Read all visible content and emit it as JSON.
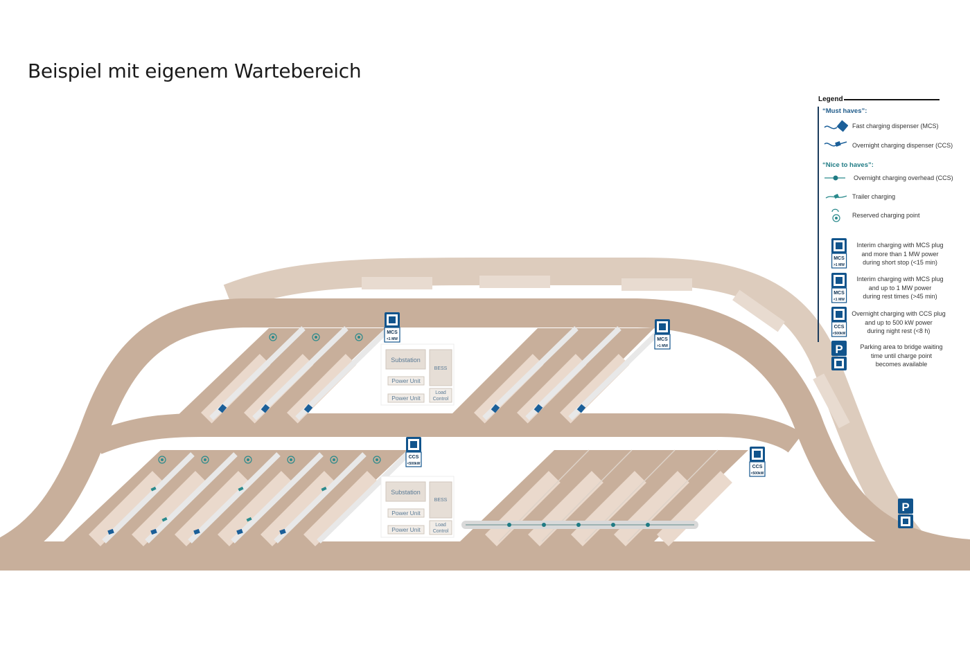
{
  "title": "Beispiel mit eigenem Wartebereich",
  "legend": {
    "title": "Legend",
    "must_haves_heading": "“Must haves”:",
    "nice_to_haves_heading": "“Nice to haves”:",
    "items": {
      "mcs_dispenser": "Fast charging dispenser (MCS)",
      "ccs_dispenser": "Overnight charging dispenser (CCS)",
      "overhead": "Overnight charging overhead (CCS)",
      "trailer": "Trailer charging",
      "reserved": "Reserved charging point"
    },
    "signs": {
      "mcs_gt1": [
        "Interim charging with MCS plug",
        "and more than 1 MW power",
        "during short stop (<15 min)"
      ],
      "mcs_lt1": [
        "Interim charging with MCS plug",
        "and up to 1 MW power",
        "during rest times (>45 min)"
      ],
      "ccs": [
        "Overnight charging with CCS plug",
        "and up to 500 kW power",
        "during night rest (<8 h)"
      ],
      "parking": [
        "Parking area to bridge waiting",
        "time until charge point",
        "becomes available"
      ]
    }
  },
  "sign_labels": {
    "mcs": "MCS",
    "ccs": "CCS",
    "gt1mw": ">1 MW",
    "lt1mw": "<1 MW",
    "lt500kw": "<500kW",
    "parking": "P"
  },
  "infra_upper": {
    "substation": "Substation",
    "power_unit_1": "Power Unit",
    "power_unit_2": "Power Unit",
    "bess": "BESS",
    "load_control": [
      "Load",
      "Control"
    ]
  },
  "infra_lower": {
    "substation": "Substation",
    "power_unit_1": "Power Unit",
    "power_unit_2": "Power Unit",
    "bess": "BESS",
    "load_control": [
      "Load",
      "Control"
    ]
  },
  "colors": {
    "road": "#c8af9b",
    "road_light": "#ddccbd",
    "stall": "#ead9cc",
    "lane": "#e8e8e8",
    "sign_blue": "#11548c",
    "teal": "#2a8a8c",
    "dispenser": "#1b5f99"
  }
}
